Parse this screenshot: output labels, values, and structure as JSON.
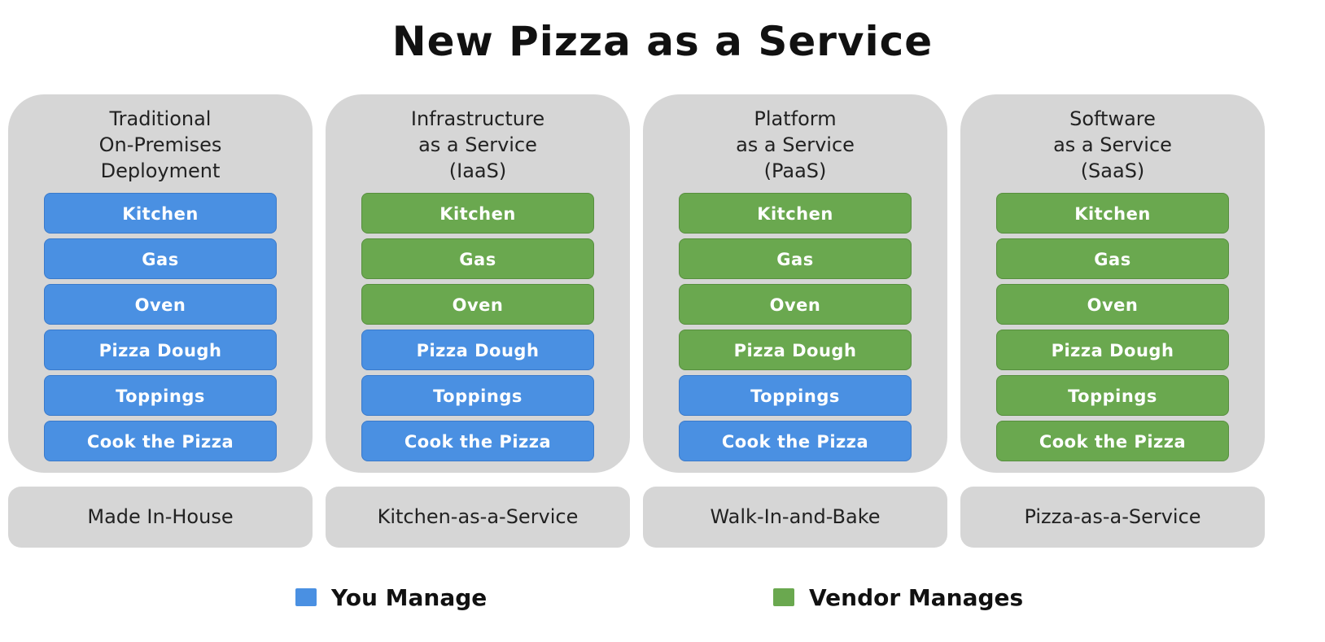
{
  "title": "New Pizza as a Service",
  "colors": {
    "you_manage": "#4a90e2",
    "vendor_manages": "#6aa84f",
    "column_background": "#d6d6d6"
  },
  "layer_labels": [
    "Kitchen",
    "Gas",
    "Oven",
    "Pizza Dough",
    "Toppings",
    "Cook the Pizza"
  ],
  "columns": [
    {
      "heading": [
        "Traditional",
        "On-Premises",
        "Deployment"
      ],
      "layers": [
        "Kitchen",
        "Gas",
        "Oven",
        "Pizza Dough",
        "Toppings",
        "Cook the Pizza"
      ],
      "managed_by": [
        "you",
        "you",
        "you",
        "you",
        "you",
        "you"
      ],
      "footer": "Made In-House"
    },
    {
      "heading": [
        "Infrastructure",
        "as a Service",
        "(IaaS)"
      ],
      "layers": [
        "Kitchen",
        "Gas",
        "Oven",
        "Pizza Dough",
        "Toppings",
        "Cook the Pizza"
      ],
      "managed_by": [
        "vendor",
        "vendor",
        "vendor",
        "you",
        "you",
        "you"
      ],
      "footer": "Kitchen-as-a-Service"
    },
    {
      "heading": [
        "Platform",
        "as a Service",
        "(PaaS)"
      ],
      "layers": [
        "Kitchen",
        "Gas",
        "Oven",
        "Pizza Dough",
        "Toppings",
        "Cook the Pizza"
      ],
      "managed_by": [
        "vendor",
        "vendor",
        "vendor",
        "vendor",
        "you",
        "you"
      ],
      "footer": "Walk-In-and-Bake"
    },
    {
      "heading": [
        "Software",
        "as a Service",
        "(SaaS)"
      ],
      "layers": [
        "Kitchen",
        "Gas",
        "Oven",
        "Pizza Dough",
        "Toppings",
        "Cook the Pizza"
      ],
      "managed_by": [
        "vendor",
        "vendor",
        "vendor",
        "vendor",
        "vendor",
        "vendor"
      ],
      "footer": "Pizza-as-a-Service"
    }
  ],
  "legend": {
    "you_manage": "You Manage",
    "vendor_manages": "Vendor Manages"
  }
}
